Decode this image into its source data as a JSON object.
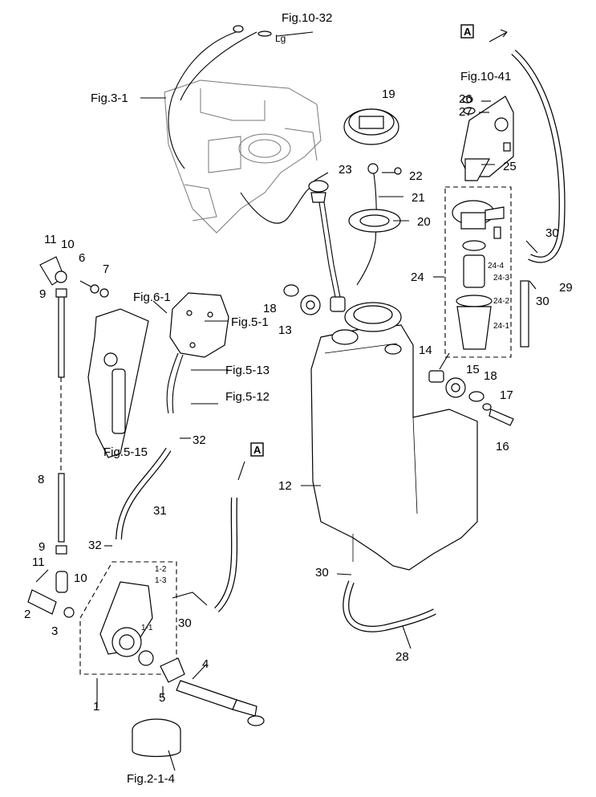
{
  "refs": {
    "fig_10_32": "Fig.10-32",
    "lg": "Lg",
    "fig_3_1": "Fig.3-1",
    "fig_10_41": "Fig.10-41",
    "fig_6_1": "Fig.6-1",
    "fig_5_1": "Fig.5-1",
    "fig_5_13": "Fig.5-13",
    "fig_5_12": "Fig.5-12",
    "fig_5_15": "Fig.5-15",
    "fig_2_1_4": "Fig.2-1-4"
  },
  "marker": "A",
  "parts": {
    "p1": "1",
    "p1_1": "1-1",
    "p1_2": "1-2",
    "p1_3": "1-3",
    "p2": "2",
    "p3": "3",
    "p4": "4",
    "p5": "5",
    "p6": "6",
    "p7": "7",
    "p8": "8",
    "p9a": "9",
    "p9b": "9",
    "p10a": "10",
    "p10b": "10",
    "p11a": "11",
    "p11b": "11",
    "p12": "12",
    "p13": "13",
    "p14": "14",
    "p15": "15",
    "p16": "16",
    "p17": "17",
    "p18a": "18",
    "p18b": "18",
    "p19": "19",
    "p20": "20",
    "p21": "21",
    "p22": "22",
    "p23": "23",
    "p24": "24",
    "p24_1": "24-1",
    "p24_2": "24-2",
    "p24_3": "24-3",
    "p24_4": "24-4",
    "p25": "25",
    "p26": "26",
    "p27": "27",
    "p28": "28",
    "p29": "29",
    "p30a": "30",
    "p30b": "30",
    "p30c": "30",
    "p30d": "30",
    "p31": "31",
    "p32a": "32",
    "p32b": "32"
  }
}
